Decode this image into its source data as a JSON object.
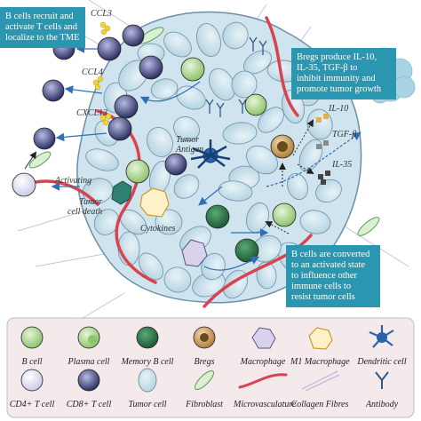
{
  "callouts": {
    "recruit": [
      "B cells recruit and",
      "activate T cells and",
      "localize to the TME"
    ],
    "bregs": [
      "Bregs produce IL-10,",
      "IL-35, TGF-β to",
      "inhibit immunity and",
      "promote tumor growth"
    ],
    "converted": [
      "B cells are converted",
      "to an activated state",
      "to influence other",
      "immune cells to",
      "resist tumor cells"
    ]
  },
  "labels": {
    "ccl3": "CCL3",
    "ccl4": "CCL4",
    "cxcl13": "CXCL13",
    "activating": "Activating",
    "tumor_antigen": [
      "Tumor",
      "Antigen"
    ],
    "tumor_cell_death": [
      "Tumor",
      "cell death"
    ],
    "cytokines": "Cytokines",
    "il10": "IL-10",
    "tgfb": "TGF-β",
    "il35": "IL-35"
  },
  "legend": {
    "row1": [
      "B cell",
      "Plasma cell",
      "Memory B cell",
      "Bregs",
      "Macrophage",
      "M1 Macrophage",
      "Dendritic cell"
    ],
    "row2": [
      "CD4+ T cell",
      "CD8+ T cell",
      "Tumor cell",
      "Fibroblast",
      "Microvasculature",
      "Collagen Fibres",
      "Antibody"
    ]
  },
  "colors": {
    "tumor_fill": "#cfe4ee",
    "tumor_stroke": "#6d8fa6",
    "b_cell": "#b7df9e",
    "memory_b": "#2e7a4b",
    "bregs": "#c79a56",
    "cd8": "#4a4f86",
    "callout_bg": "#2a96b0",
    "vessel": "#d8434f",
    "legend_bg": "#f4eaec",
    "cloud": "#a9d4e4",
    "arrow": "#2f6fb2"
  }
}
